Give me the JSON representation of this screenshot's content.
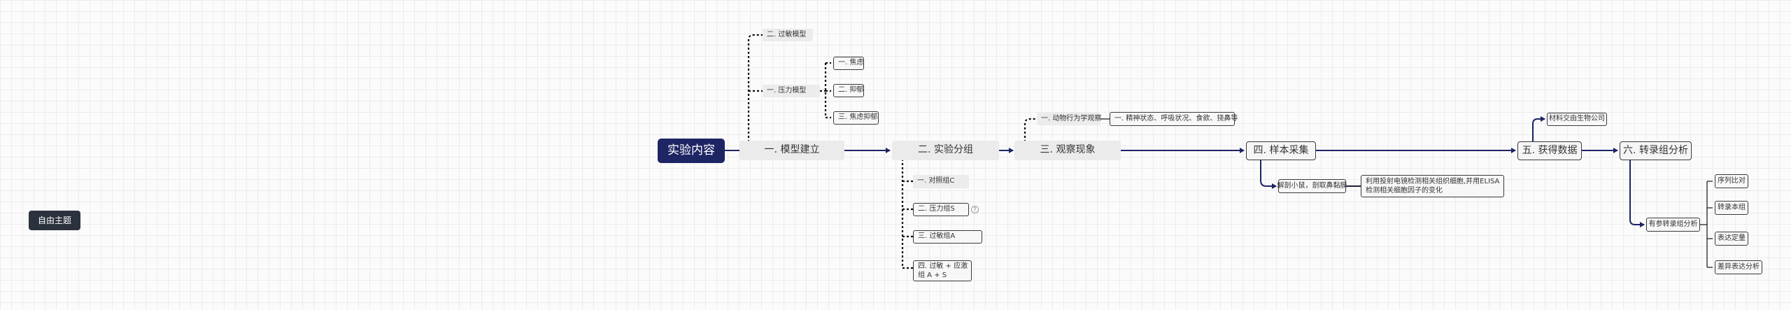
{
  "free_topic": "自由主题",
  "root": "实验内容",
  "main_nodes": {
    "model": "一. 模型建立",
    "group": "二. 实验分组",
    "observe": "三. 观察现象",
    "sample": "四. 样本采集",
    "data": "五. 获得数据",
    "transcriptome": "六. 转录组分析"
  },
  "model_children": {
    "allergy": "二. 过敏模型",
    "stress": "一. 压力模型",
    "anxiety": "一. 焦虑",
    "depression": "二. 抑郁",
    "anxiety_depression": "三. 焦虑抑郁"
  },
  "group_children": {
    "control": "一. 对照组C",
    "stress_s": "二. 压力组S",
    "allergy_a": "三. 过敏组A",
    "combined": "四. 过敏 + 应激组 A + S"
  },
  "observe_children": {
    "behavior": "一. 动物行为学观察",
    "details": "一. 精神状态、呼吸状况、食欲、挠鼻等"
  },
  "sample_children": {
    "dissect": "解剖小鼠，剖取鼻黏膜",
    "elisa": "利用投射电镜检测相关组织细胞,并用ELISA检测相关细胞因子的变化"
  },
  "data_children": {
    "company": "材料交由生物公司"
  },
  "transcriptome_children": {
    "ref_analysis": "有参转录组分析",
    "seq_compare": "序列比对",
    "assembly": "转录本组",
    "quant": "表达定量",
    "diff_expr": "差异表达分析"
  }
}
